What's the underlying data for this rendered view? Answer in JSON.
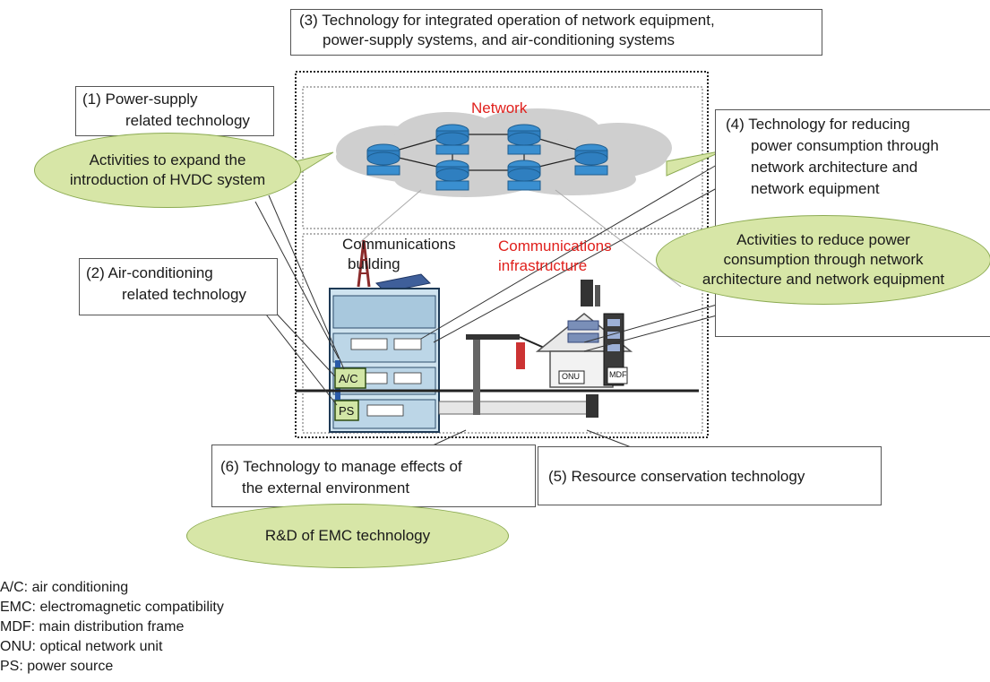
{
  "callouts": {
    "tech3_line1": "(3) Technology for integrated operation of network equipment,",
    "tech3_line2": "power-supply systems, and air-conditioning systems",
    "tech1_line1": "(1) Power-supply",
    "tech1_line2": "related technology",
    "tech2_line1": "(2) Air-conditioning",
    "tech2_line2": "related technology",
    "tech4_line1": "(4) Technology for reducing",
    "tech4_line2": "power consumption through",
    "tech4_line3": "network architecture and",
    "tech4_line4": "network equipment",
    "tech5": "(5) Resource conservation technology",
    "tech6_line1": "(6) Technology to manage effects of",
    "tech6_line2": "the external environment"
  },
  "activities": {
    "hvdc_line1": "Activities to expand the",
    "hvdc_line2": "introduction of HVDC system",
    "power_line1": "Activities to reduce power",
    "power_line2": "consumption through network",
    "power_line3": "architecture and network equipment",
    "emc": "R&D of EMC technology"
  },
  "labels": {
    "network": "Network",
    "building_line1": "Communications",
    "building_line2": "building",
    "infra_line1": "Communications",
    "infra_line2": "infrastructure",
    "ac": "A/C",
    "ps": "PS",
    "onu": "ONU",
    "mdf": "MDF"
  },
  "abbreviations": [
    "A/C: air conditioning",
    "EMC: electromagnetic compatibility",
    "MDF: main distribution frame",
    "ONU: optical network unit",
    "PS: power source"
  ],
  "colors": {
    "activity_fill": "#d7e6a7",
    "highlight_text": "#e0201c",
    "cloud_fill": "#cfcfcf",
    "router_fill": "#3a8fd0"
  }
}
